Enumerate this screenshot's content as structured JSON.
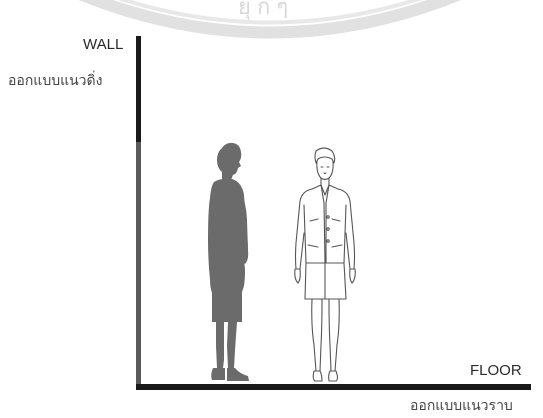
{
  "diagram": {
    "wall_label_en": "WALL",
    "wall_label_th": "ออกแบบแนวดิ่ง",
    "floor_label_en": "FLOOR",
    "floor_label_th": "ออกแบบแนวราบ"
  },
  "colors": {
    "axis": "#1a1a1a",
    "axis_lower": "#5a5a5a",
    "silhouette": "#6b6b6b",
    "outline_figure": "#555555",
    "watermark": "#d0d0d0"
  },
  "icons": {
    "watermark": "watermark-seal-icon",
    "silhouette": "woman-silhouette-icon",
    "outline": "woman-outline-icon"
  }
}
